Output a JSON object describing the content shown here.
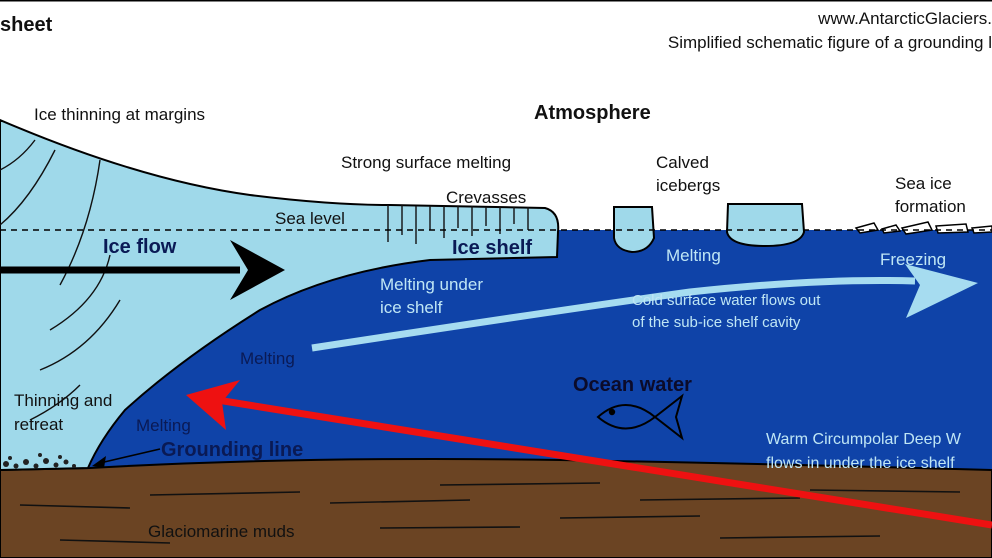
{
  "header": {
    "title_fragment": "sheet",
    "website": "www.AntarcticGlaciers.",
    "subtitle": "Simplified schematic figure of a grounding l"
  },
  "labels": {
    "atmosphere": "Atmosphere",
    "ice_thinning": "Ice thinning at margins",
    "surface_melting": "Strong surface melting",
    "crevasses": "Crevasses",
    "sea_level": "Sea level",
    "ice_flow": "Ice flow",
    "ice_shelf": "Ice shelf",
    "calved_icebergs_1": "Calved",
    "calved_icebergs_2": "icebergs",
    "sea_ice_1": "Sea ice",
    "sea_ice_2": "formation",
    "melting_icebergs": "Melting",
    "freezing": "Freezing",
    "melting_under_1": "Melting under",
    "melting_under_2": "ice shelf",
    "cold_water_1": "Cold surface water flows out",
    "cold_water_2": "of the sub-ice shelf cavity",
    "melting_mid": "Melting",
    "ocean_water": "Ocean water",
    "thinning_1": "Thinning and",
    "thinning_2": "retreat",
    "melting_low": "Melting",
    "grounding_line": "Grounding line",
    "warm_water_1": "Warm Circumpolar Deep W",
    "warm_water_2": "flows in under the ice shelf",
    "muds": "Glaciomarine muds"
  },
  "colors": {
    "ice": "#9fd9ea",
    "ocean": "#0f43a8",
    "sediment": "#6b4423",
    "cold_arrow": "#a6dcf0",
    "warm_arrow": "#ee1111",
    "ice_flow_arrow": "#000000"
  },
  "icons": [
    "fish-icon",
    "ice-flow-arrow",
    "cold-water-arrow",
    "warm-water-arrow",
    "grounding-line-pointer"
  ]
}
